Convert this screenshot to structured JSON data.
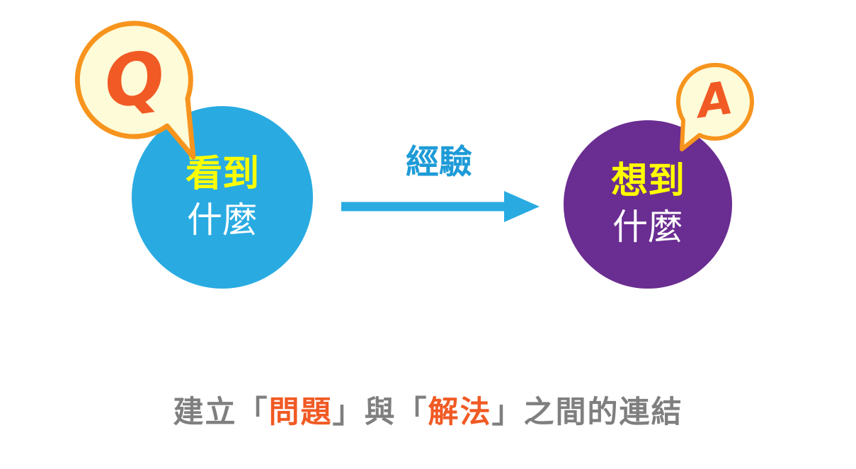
{
  "diagram": {
    "q_bubble": {
      "letter": "Q"
    },
    "a_bubble": {
      "letter": "A"
    },
    "left_circle": {
      "line1": "看到",
      "line2": "什麼"
    },
    "arrow": {
      "label": "經驗"
    },
    "right_circle": {
      "line1": "想到",
      "line2": "什麼"
    },
    "caption": {
      "prefix": "建立「",
      "problem": "問題",
      "middle": "」與「",
      "solution": "解法",
      "suffix": "」之間的連結"
    },
    "colors": {
      "circle_blue": "#29ABE2",
      "circle_purple": "#6A2D91",
      "accent_orange": "#F15A24",
      "bubble_border_orange": "#F7941D",
      "bubble_fill_cream": "#FEFBD8",
      "highlight_yellow": "#FFFF00",
      "text_white": "#FFFFFF",
      "arrow_blue": "#29ABE2",
      "caption_gray": "#7F7F7F"
    }
  }
}
